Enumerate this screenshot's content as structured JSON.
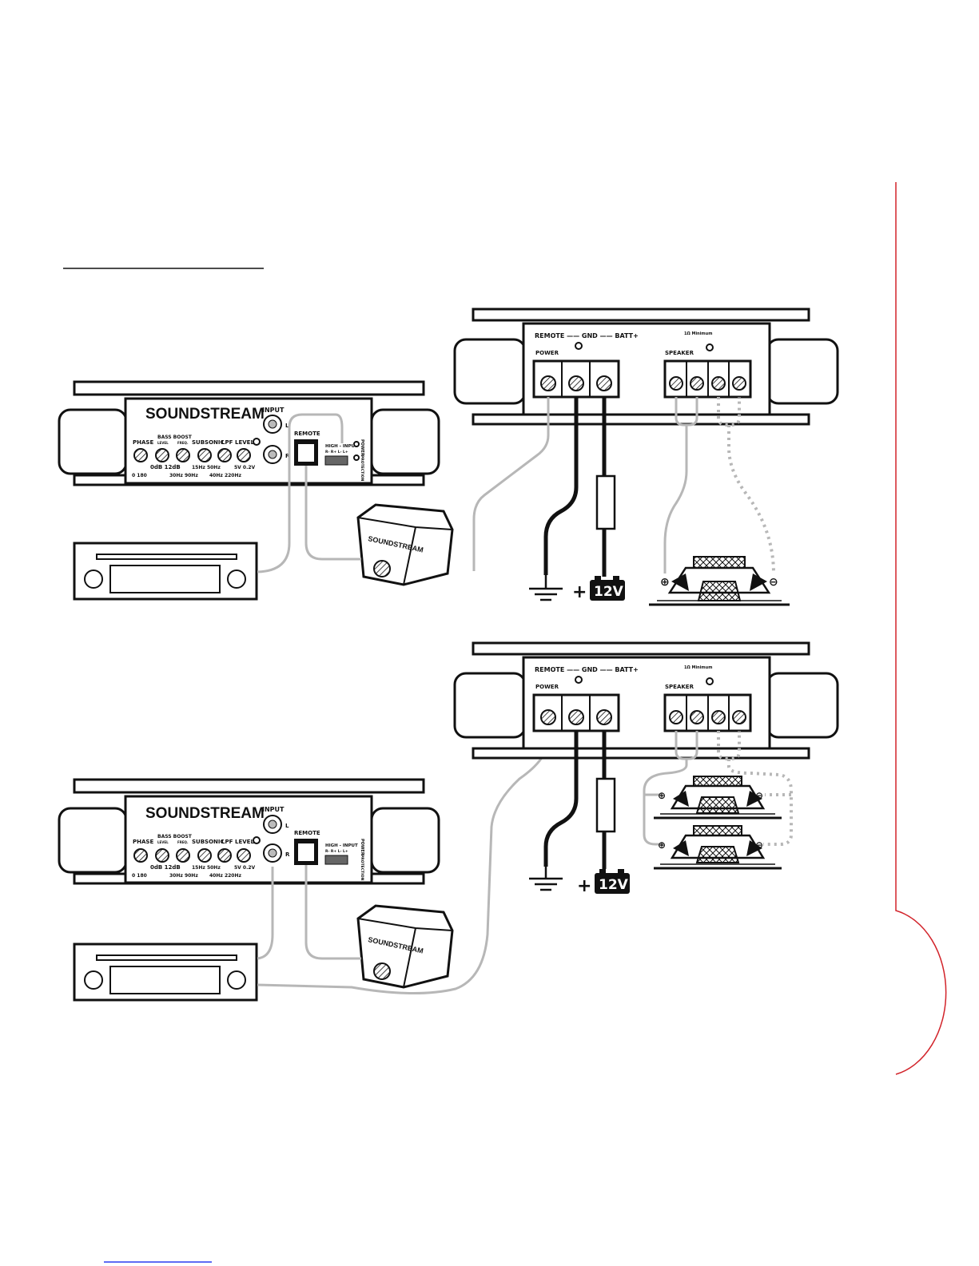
{
  "amp": {
    "brand": "SOUNDSTREAM",
    "input_label": "INPUT",
    "input_l": "L",
    "input_r": "R",
    "remote_label": "REMOTE",
    "high_input_label": "HIGH - INPUT",
    "high_input_pins": "R- R+ L- L+",
    "power_label": "POWER",
    "protection_label": "PROTECTION",
    "phase_label": "PHASE",
    "bass_boost_label": "BASS BOOST",
    "bass_level_label": "LEVEL",
    "bass_freq_label": "FREQ.",
    "subsonic_label": "SUBSONIC",
    "lpf_label": "LPF",
    "level_label": "LEVEL",
    "scale_row1": "0dB 12dB",
    "scale_subsonic_row1": "15Hz 50Hz",
    "scale_level_row1": "5V   0.2V",
    "scale_row2_a": "0    180",
    "scale_row2_b": "30Hz  90Hz",
    "scale_row2_c": "40Hz  220Hz"
  },
  "terminal": {
    "header": "REMOTE —— GND —— BATT+",
    "power_label": "POWER",
    "speaker_label": "SPEAKER",
    "ohm_minimum": "1Ω Minimum"
  },
  "power": {
    "battery_label": "12V",
    "plus_sign": "+"
  },
  "colors": {
    "accent_red": "#d2232a",
    "wire_gray": "#b7b7b7",
    "ink": "#111111"
  }
}
